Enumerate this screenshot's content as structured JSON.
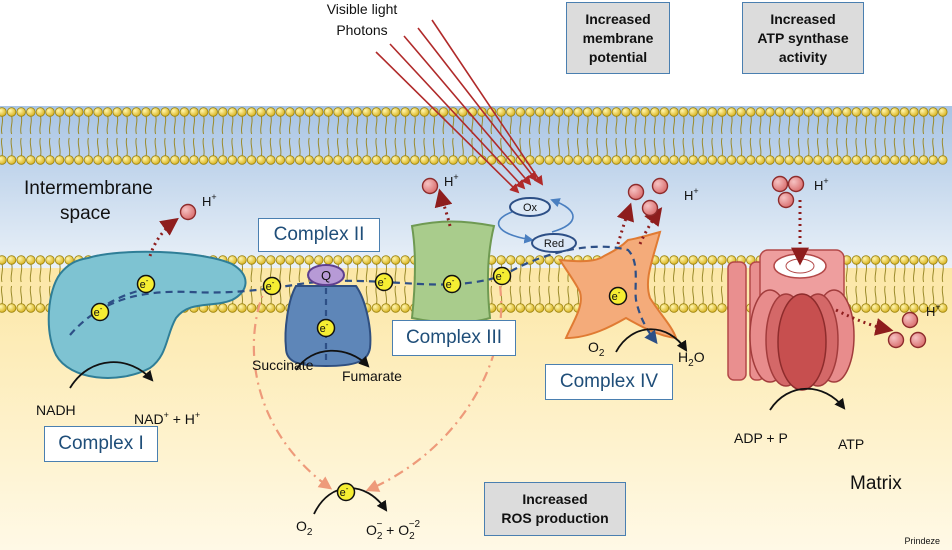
{
  "light": {
    "line1": "Visible light",
    "line2": "Photons"
  },
  "effects": {
    "membrane": [
      "Increased",
      "membrane",
      "potential"
    ],
    "atp": [
      "Increased",
      "ATP synthase",
      "activity"
    ],
    "ros": [
      "Increased",
      "ROS production"
    ]
  },
  "regions": {
    "ims_line1": "Intermembrane",
    "ims_line2": "space",
    "matrix": "Matrix"
  },
  "complexes": {
    "c1": "Complex I",
    "c2": "Complex II",
    "c3": "Complex III",
    "c4": "Complex IV"
  },
  "labels": {
    "electron": "e",
    "electron_sup": "-",
    "proton": "H",
    "proton_sup": "+",
    "q": "Q",
    "ox": "Ox",
    "red": "Red"
  },
  "reactions": {
    "nadh": "NADH",
    "nad": "NAD",
    "nad_rest": " + H",
    "succinate": "Succinate",
    "fumarate": "Fumarate",
    "o2": "O",
    "o2_sub": "2",
    "h2o_h": "H",
    "h2o_sub": "2",
    "h2o_o": "O",
    "adp": "ADP + P",
    "atp": "ATP",
    "ros_o": "O",
    "ros_sub": "2",
    "ros_sup": "−",
    "ros_plus": " + O",
    "ros_sup2": "−2"
  },
  "credit": "Prindeze"
}
